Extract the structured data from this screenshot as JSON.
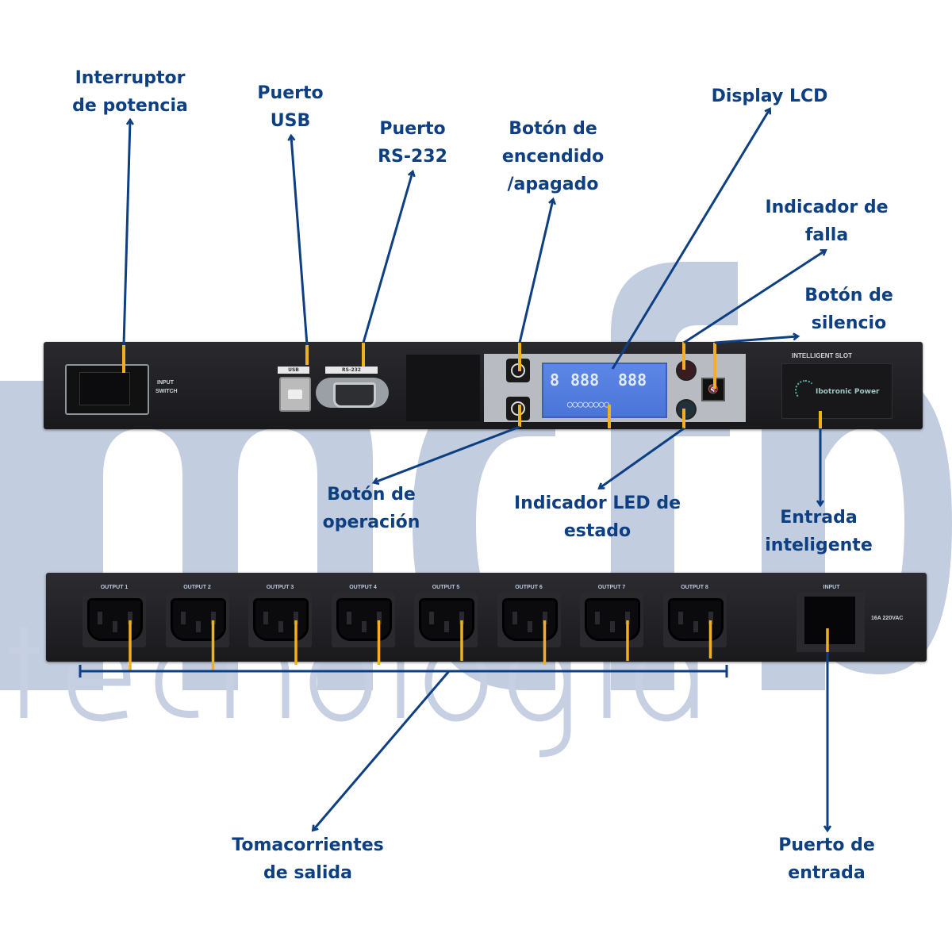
{
  "watermark": {
    "logo_letters": "mcfp",
    "tagline": "tecnologia"
  },
  "colors": {
    "label_text": "#0d3f82",
    "arrow": "#0d3f82",
    "pointer": "#f0b020",
    "watermark": "#c2cde0",
    "lcd": "#5d87e6"
  },
  "labels": {
    "power_switch": {
      "line1": "Interruptor",
      "line2": "de potencia"
    },
    "usb_port": {
      "line1": "Puerto",
      "line2": "USB"
    },
    "rs232_port": {
      "line1": "Puerto",
      "line2": "RS-232"
    },
    "power_button": {
      "line1": "Botón de",
      "line2": "encendido",
      "line3": "/apagado"
    },
    "lcd_display": {
      "line1": "Display LCD"
    },
    "fault_indicator": {
      "line1": "Indicador de",
      "line2": "falla"
    },
    "mute_button": {
      "line1": "Botón de",
      "line2": "silencio"
    },
    "operation_button": {
      "line1": "Botón de",
      "line2": "operación"
    },
    "status_led": {
      "line1": "Indicador LED de",
      "line2": "estado"
    },
    "smart_input": {
      "line1": "Entrada",
      "line2": "inteligente"
    },
    "output_sockets": {
      "line1": "Tomacorrientes",
      "line2": "de salida"
    },
    "input_port": {
      "line1": "Puerto de",
      "line2": "entrada"
    }
  },
  "device_front": {
    "switch_caption": {
      "line1": "INPUT",
      "line2": "SWITCH"
    },
    "usb_tag": "USB",
    "rs232_tag": "RS-232",
    "lcd": {
      "digit1": "8",
      "group1": "888",
      "group2": "888",
      "indicator_row": "◯◯◯◯◯◯◯◯"
    },
    "slot_title": "INTELLIGENT SLOT",
    "slot_brand": "Ibotronic Power",
    "mute_glyph": "🔇"
  },
  "device_rear": {
    "outputs": [
      "OUTPUT 1",
      "OUTPUT 2",
      "OUTPUT 3",
      "OUTPUT 4",
      "OUTPUT 5",
      "OUTPUT 6",
      "OUTPUT 7",
      "OUTPUT 8"
    ],
    "input_label": "INPUT",
    "rating": "16A 220VAC"
  }
}
